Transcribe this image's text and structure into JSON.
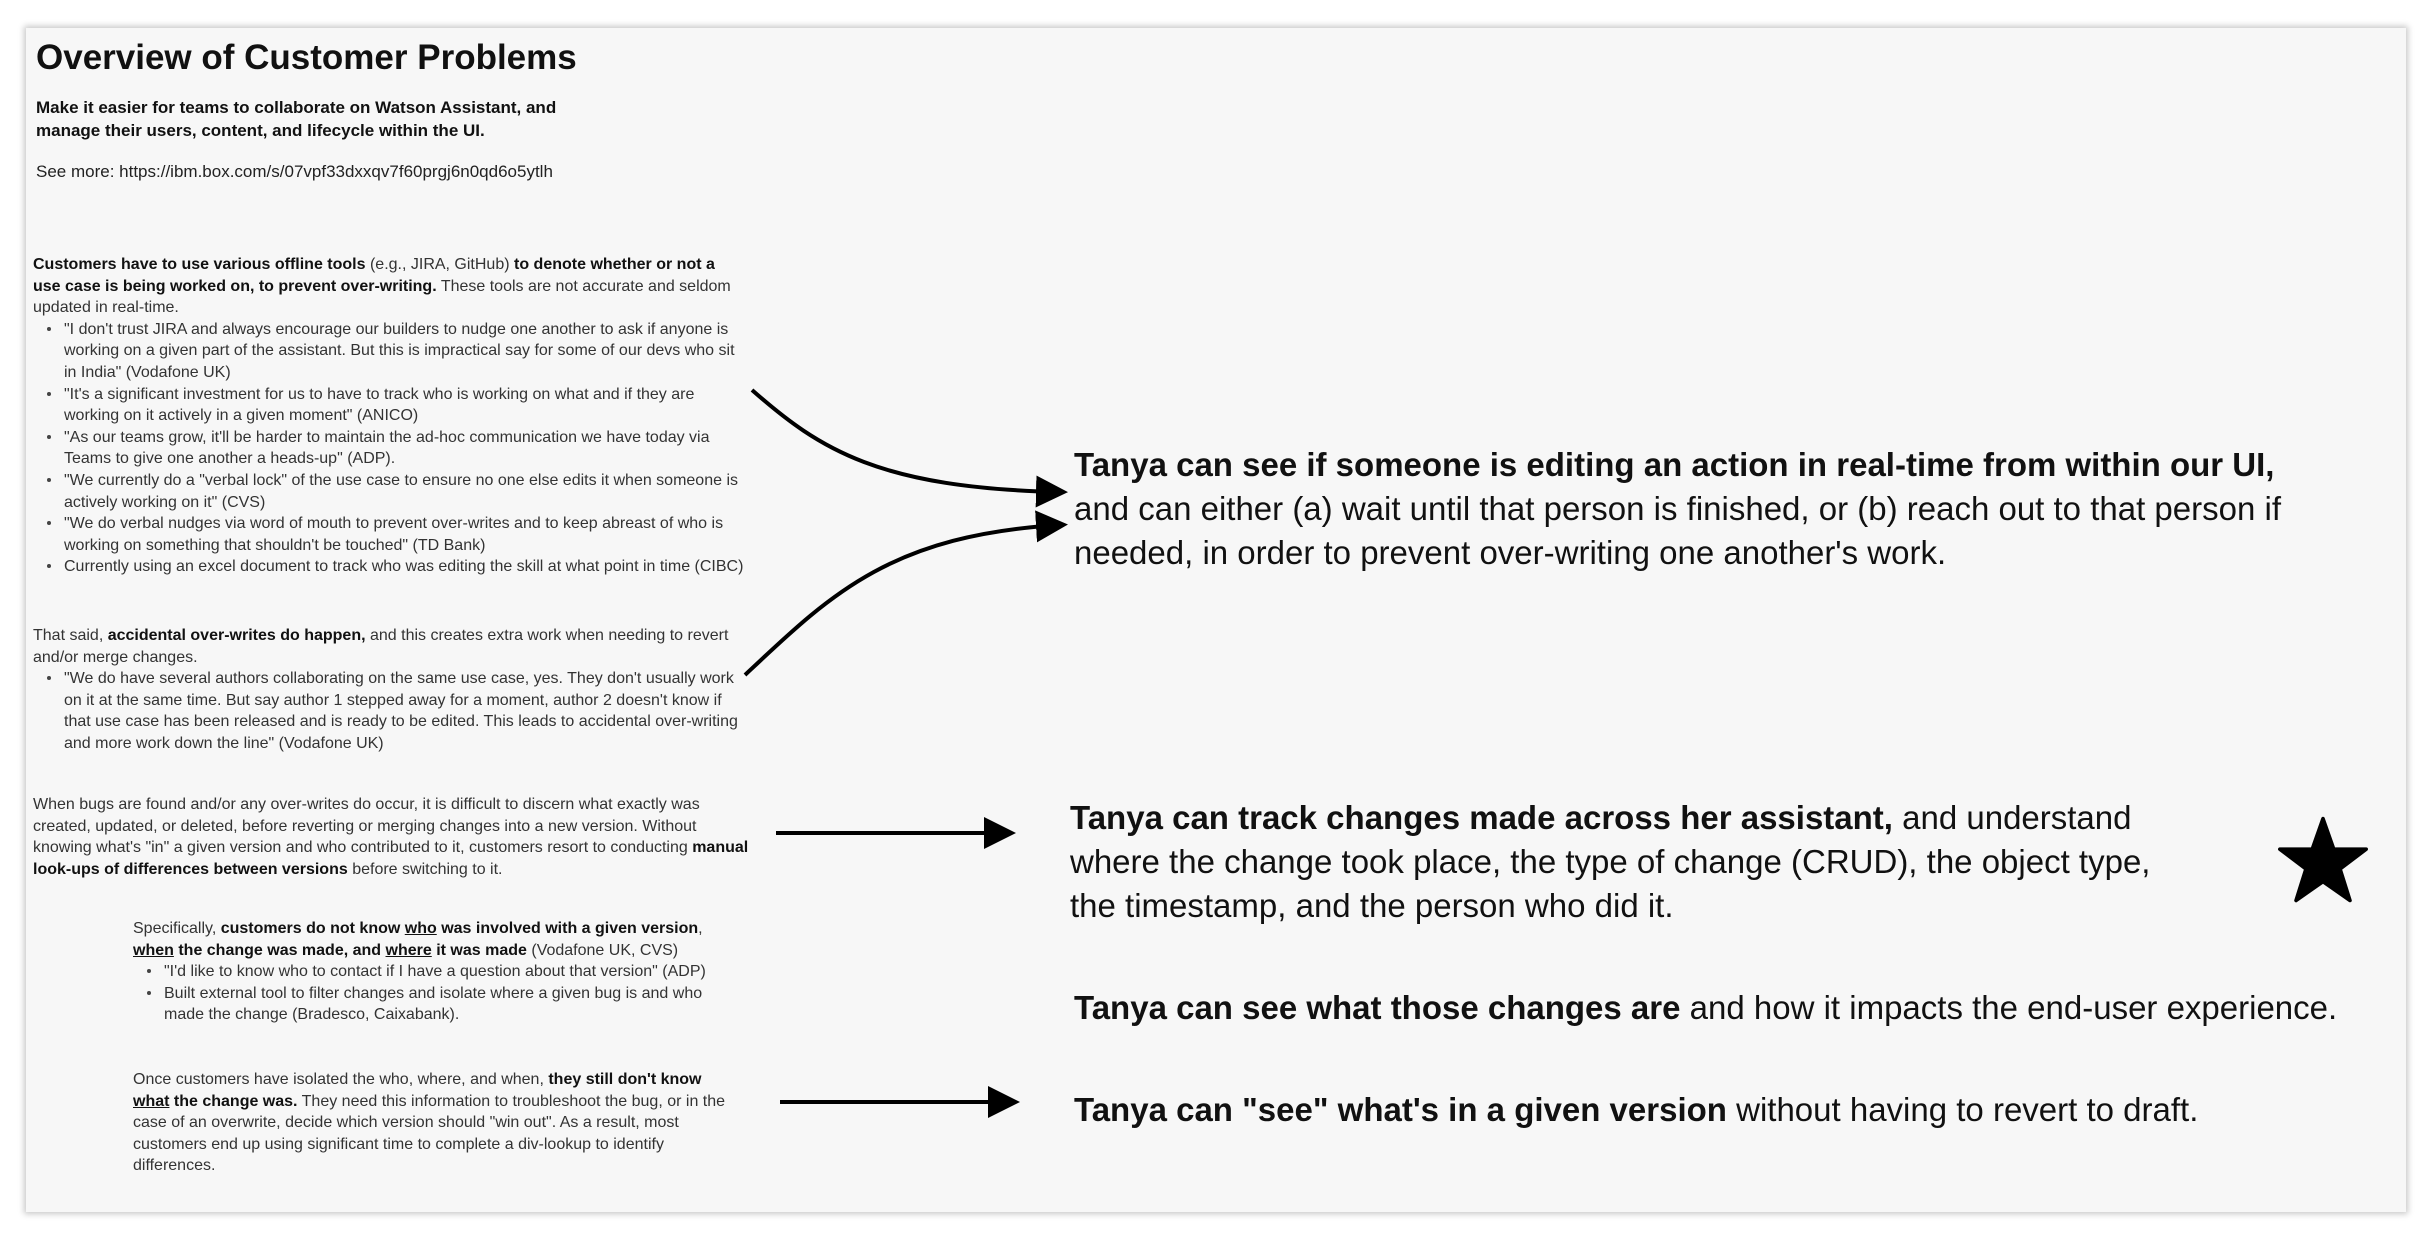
{
  "header": {
    "title": "Overview of Customer Problems",
    "subtitle": "Make it easier for teams to collaborate on Watson Assistant, and manage their users, content, and lifecycle within the UI.",
    "see_more": "See more: https://ibm.box.com/s/07vpf33dxxqv7f60prgj6n0qd6o5ytlh"
  },
  "problems": {
    "offline_tools": {
      "p1": "Customers have to use various offline tools",
      "p2": " (e.g., JIRA, GitHub) ",
      "p3": "to denote whether or not a use case is being worked on, to prevent over-writing.",
      "p4": " These tools are not accurate and seldom updated in real-time.",
      "quotes": [
        "\"I don't trust JIRA and always encourage our builders to nudge one another to ask if anyone is working on a given part of the assistant. But this is impractical say for some of our devs who sit in India\" (Vodafone UK)",
        "\"It's a significant investment for us to have to track who is working on what and if they are working on it actively in a given moment\" (ANICO)",
        "\"As our teams grow, it'll be harder to maintain the ad-hoc communication we have today via Teams to give one another a heads-up\" (ADP).",
        "\"We currently do a \"verbal lock\" of the use case to ensure no one else edits it when someone is actively working on it\" (CVS)",
        "\"We do verbal nudges via word of mouth to prevent over-writes and to keep abreast of who is working on something that shouldn't be touched\" (TD Bank)",
        "Currently using an excel document to track who was editing the skill at what point in time (CIBC)"
      ]
    },
    "accidental": {
      "p1": "That said, ",
      "p2": "accidental over-writes do happen,",
      "p3": " and this creates extra work when needing to revert and/or merge changes.",
      "quotes": [
        "\"We do have several authors collaborating on the same use case, yes. They don't usually work on it at the same time. But say author 1 stepped away for a moment, author 2 doesn't know if that use case has been released and is ready to be edited. This leads to accidental over-writing and more work down the line\" (Vodafone UK)"
      ]
    },
    "bugs": {
      "p1": "When bugs are found and/or any over-writes do occur, it is difficult to discern what exactly was created, updated, or deleted, before reverting or merging changes into a new version. Without knowing what's \"in\" a given version and who contributed to it, customers resort to conducting ",
      "p2": "manual look-ups of differences between versions",
      "p3": " before switching to it."
    },
    "specifically": {
      "p1": "Specifically, ",
      "p2": "customers do not know ",
      "who": "who",
      "p3": " was involved with a given version",
      "p4": ", ",
      "when": "when",
      "p5": " the change was made, and ",
      "where": "where",
      "p6": " it was made",
      "p7": " (Vodafone UK, CVS)",
      "quotes": [
        "\"I'd like to know who to contact if I have a question about that version\" (ADP)",
        "Built external tool to filter changes and isolate where a given bug is and who made the change (Bradesco, Caixabank)."
      ]
    },
    "isolated": {
      "p1": "Once customers have isolated the who, where, and when, ",
      "p2": "they still don't know ",
      "what": "what",
      "p3": " the change was.",
      "p4": " They need this information to troubleshoot the bug, or in the case of an overwrite, decide which version should \"win out\". As a result, most customers end up using significant time to complete a div-lookup to identify differences."
    }
  },
  "statements": [
    {
      "bold": "Tanya can see if someone is editing an action in real-time from within our UI,",
      "rest": " and can either (a) wait until that person is finished, or (b) reach out to that person if needed, in order to prevent over-writing one another's work."
    },
    {
      "bold": "Tanya can track changes made across her assistant,",
      "rest": " and understand where the change took place, the type of change (CRUD), the object type, the timestamp, and the person who did it."
    },
    {
      "bold": "Tanya can see what those changes are",
      "rest": " and how it impacts the end-user experience."
    },
    {
      "bold": "Tanya can \"see\" what's in a given version",
      "rest": " without having to revert to draft."
    }
  ],
  "icons": {
    "star": "star-icon",
    "arrow": "arrow-icon"
  },
  "colors": {
    "board": "#f7f7f7",
    "text": "#111111",
    "arrow": "#000000"
  }
}
